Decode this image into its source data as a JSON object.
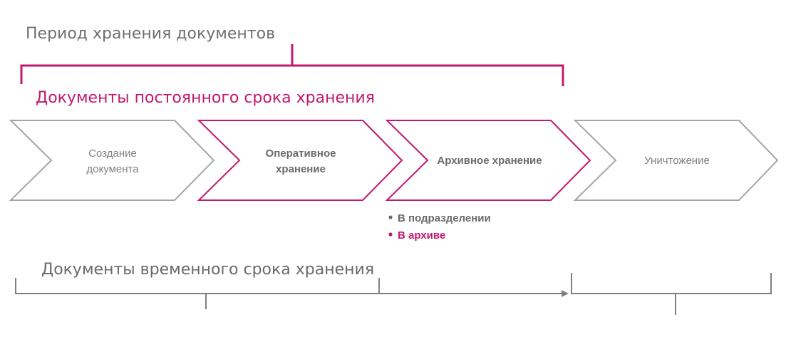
{
  "titles": {
    "storage_period": "Период хранения документов",
    "permanent": "Документы постоянного срока хранения",
    "temporary": "Документы временного срока хранения"
  },
  "stages": [
    {
      "lines": [
        "Создание",
        "документа"
      ],
      "bold": false,
      "highlight": false
    },
    {
      "lines": [
        "Оперативное",
        "хранение"
      ],
      "bold": true,
      "highlight": true
    },
    {
      "lines": [
        "Архивное хранение"
      ],
      "bold": true,
      "highlight": true
    },
    {
      "lines": [
        "Уничтожение"
      ],
      "bold": false,
      "highlight": false
    }
  ],
  "archive_options": [
    {
      "label": "В подразделении",
      "color": "#6b6b6b"
    },
    {
      "label": "В архиве",
      "color": "#c3186f"
    }
  ],
  "colors": {
    "accent": "#c3186f",
    "gray_line": "#7f7f7f",
    "chevron_gray": "#a6a6a6",
    "text_gray": "#707070"
  }
}
